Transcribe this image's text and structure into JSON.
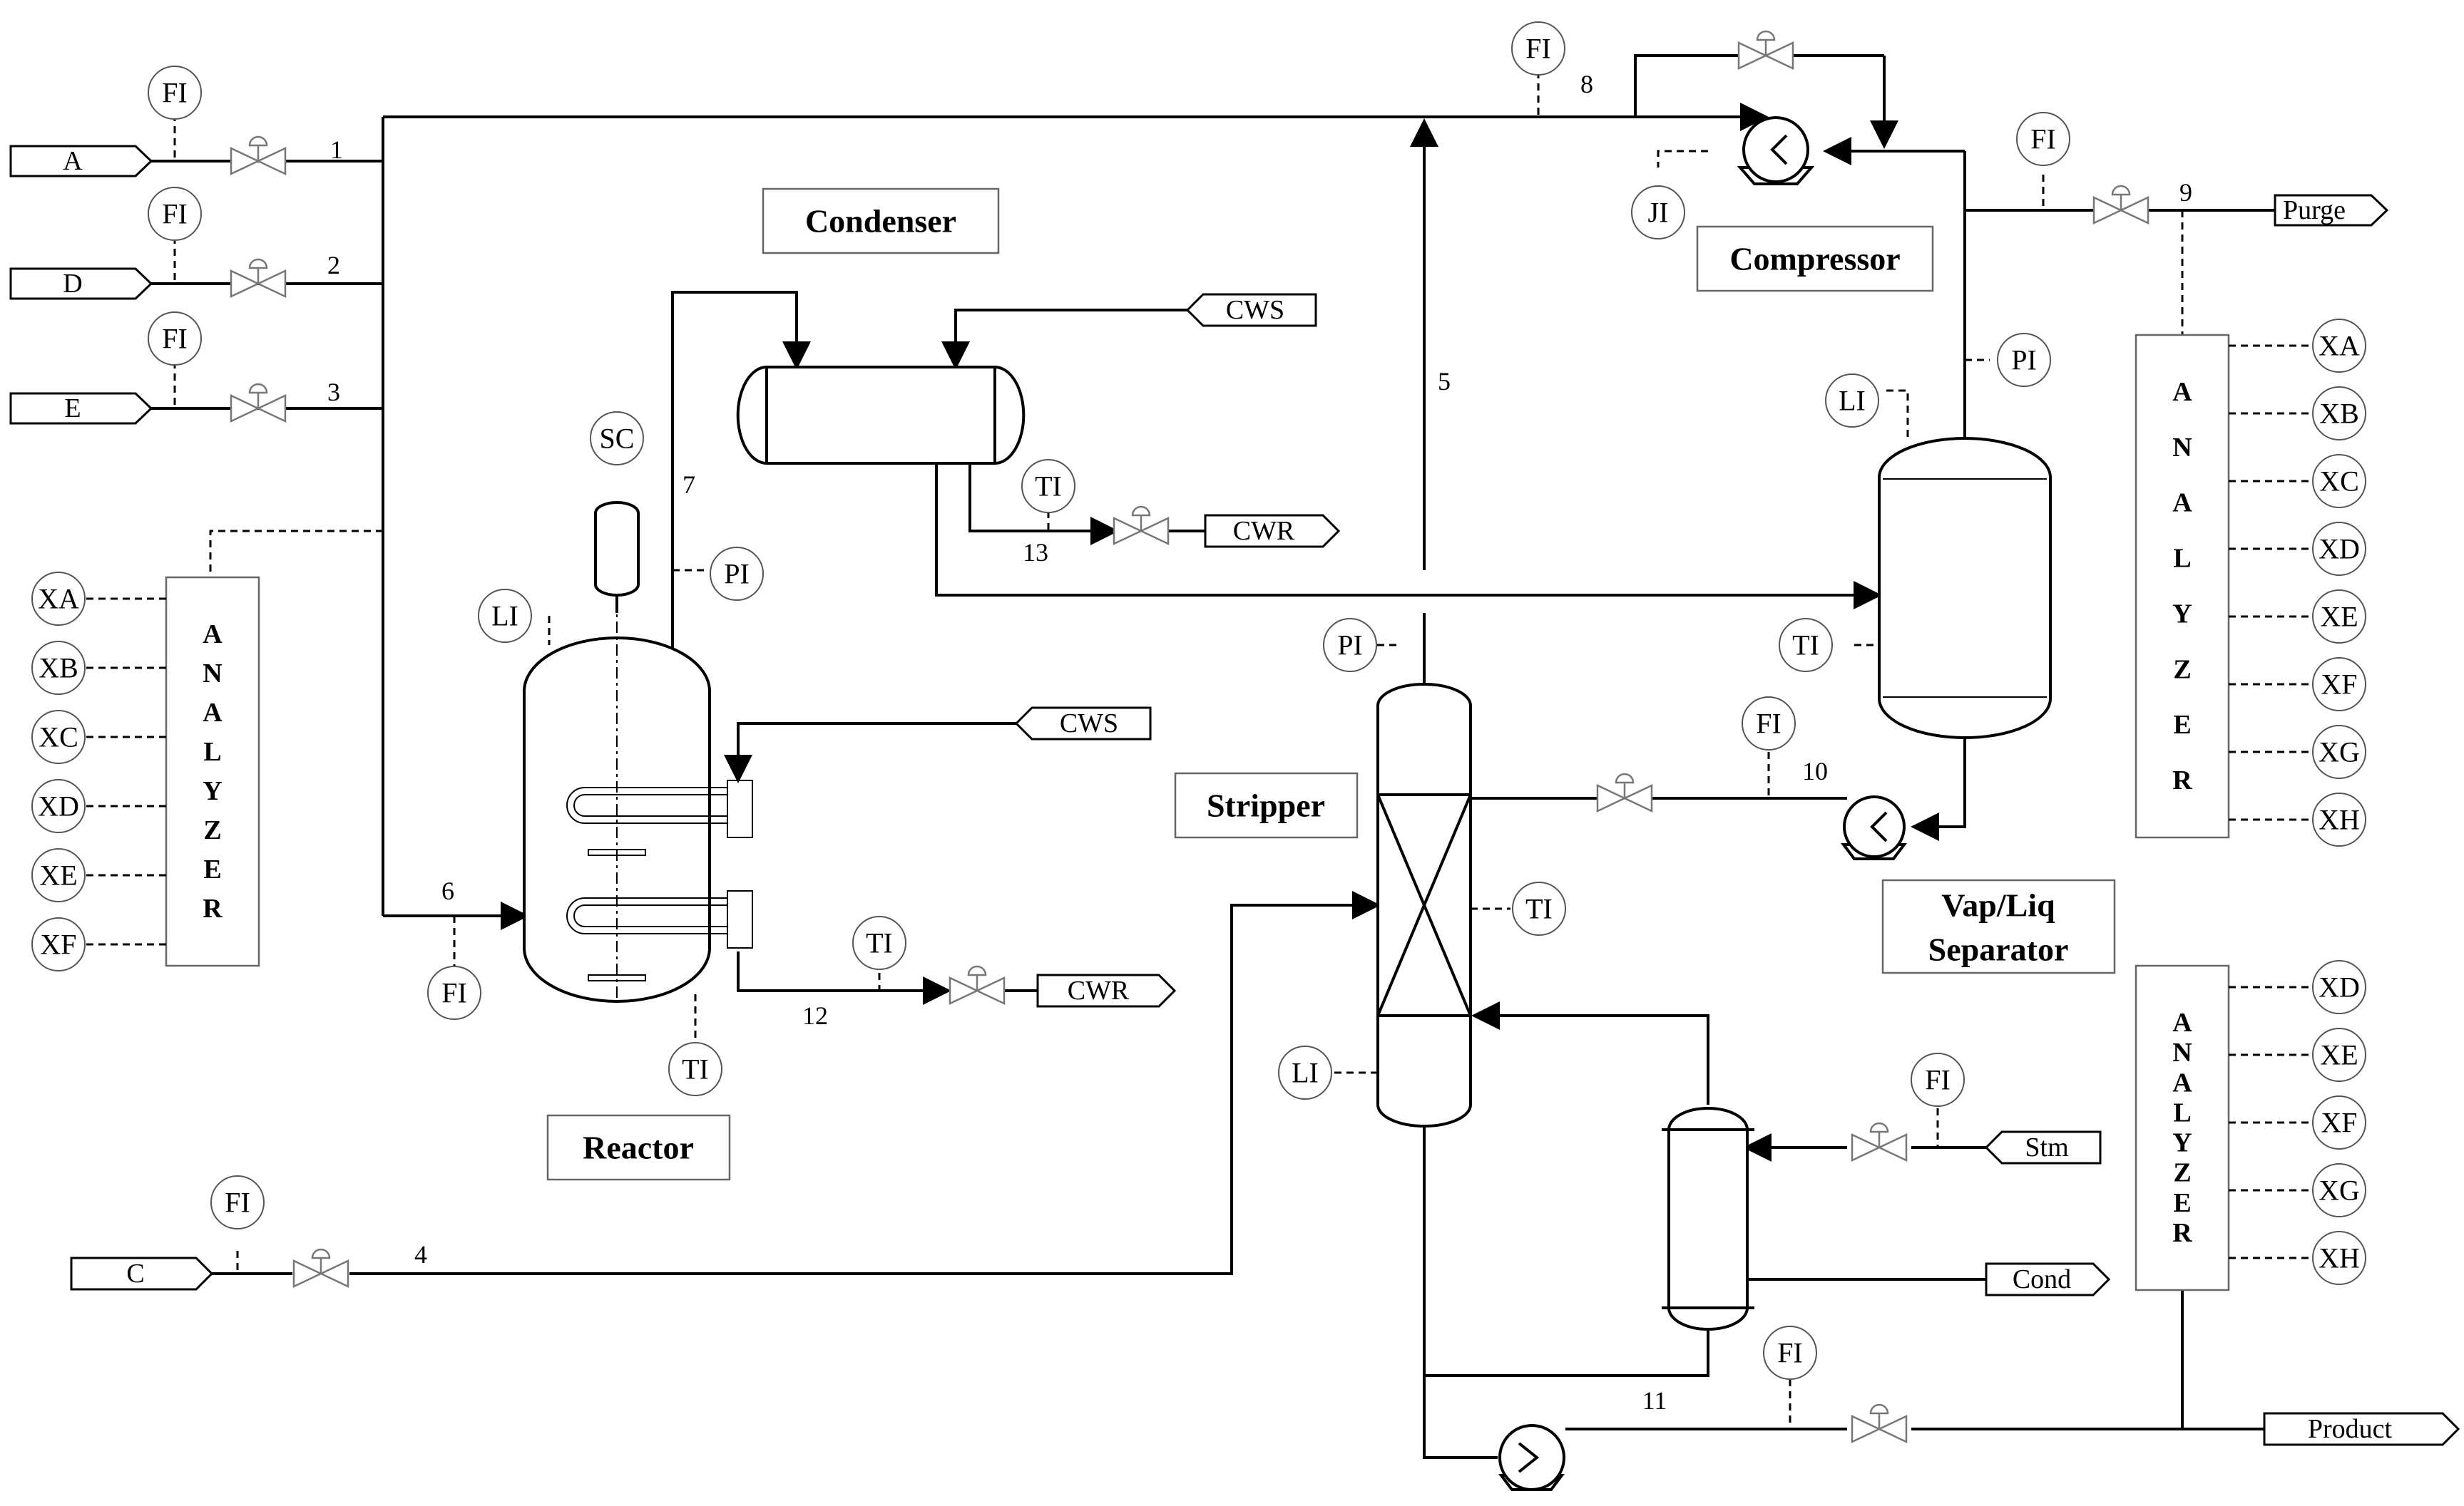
{
  "streams": {
    "feed_a": "A",
    "feed_d": "D",
    "feed_e": "E",
    "feed_c": "C",
    "purge": "Purge",
    "product": "Product",
    "cws_condenser": "CWS",
    "cwr_condenser": "CWR",
    "cws_reactor": "CWS",
    "cwr_reactor": "CWR",
    "steam": "Stm",
    "cond": "Cond"
  },
  "units": {
    "condenser": "Condenser",
    "compressor": "Compressor",
    "stripper": "Stripper",
    "reactor": "Reactor",
    "separator_line1": "Vap/Liq",
    "separator_line2": "Separator"
  },
  "stream_numbers": {
    "s1": "1",
    "s2": "2",
    "s3": "3",
    "s4": "4",
    "s5": "5",
    "s6": "6",
    "s7": "7",
    "s8": "8",
    "s9": "9",
    "s10": "10",
    "s11": "11",
    "s12": "12",
    "s13": "13"
  },
  "instruments": {
    "fi_a": "FI",
    "fi_d": "FI",
    "fi_e": "FI",
    "fi_recycle": "FI",
    "fi_purge": "FI",
    "fi_underflow": "FI",
    "fi_reactor_feed": "FI",
    "fi_c": "FI",
    "fi_steam": "FI",
    "fi_product": "FI",
    "ji": "JI",
    "pi_separator": "PI",
    "li_separator": "LI",
    "ti_separator": "TI",
    "sc": "SC",
    "pi_reactor": "PI",
    "li_reactor": "LI",
    "ti_condenser": "TI",
    "ti_reactor_cw": "TI",
    "ti_reactor": "TI",
    "pi_stripper": "PI",
    "ti_stripper": "TI",
    "li_stripper": "LI"
  },
  "analyzers": {
    "left": {
      "letters": [
        "A",
        "N",
        "A",
        "L",
        "Y",
        "Z",
        "E",
        "R"
      ],
      "outputs": [
        "XA",
        "XB",
        "XC",
        "XD",
        "XE",
        "XF"
      ]
    },
    "purge": {
      "letters": [
        "A",
        "N",
        "A",
        "L",
        "Y",
        "Z",
        "E",
        "R"
      ],
      "outputs": [
        "XA",
        "XB",
        "XC",
        "XD",
        "XE",
        "XF",
        "XG",
        "XH"
      ]
    },
    "product": {
      "letters": [
        "A",
        "N",
        "A",
        "L",
        "Y",
        "Z",
        "E",
        "R"
      ],
      "outputs": [
        "XD",
        "XE",
        "XF",
        "XG",
        "XH"
      ]
    }
  }
}
